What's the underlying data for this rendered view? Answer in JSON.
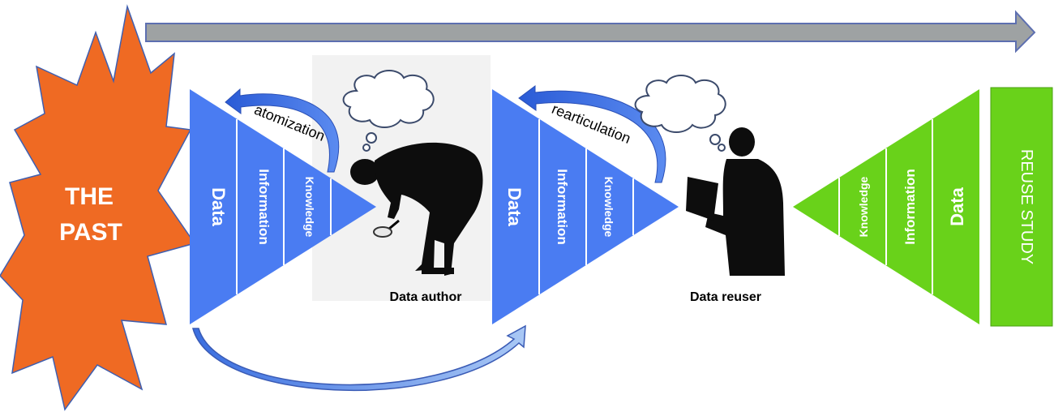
{
  "past": {
    "line1": "THE",
    "line2": "PAST",
    "color": "#ef6a23"
  },
  "timeline_color": "#9ea2a3",
  "left_pyramid": {
    "color": "#4a7cf2",
    "bands": [
      "Data",
      "Information",
      "Knowledge"
    ]
  },
  "middle_pyramid": {
    "color": "#4a7cf2",
    "bands": [
      "Data",
      "Information",
      "Knowledge"
    ]
  },
  "right_pyramid": {
    "color": "#69d21a",
    "bands": [
      "Knowledge",
      "Information",
      "Data"
    ]
  },
  "arrows": {
    "atomization": "atomization",
    "rearticulation": "rearticulation"
  },
  "actors": {
    "author": "Data author",
    "reuser": "Data reuser"
  },
  "reuse_study": {
    "label": "REUSE STUDY",
    "color": "#69d21a"
  }
}
